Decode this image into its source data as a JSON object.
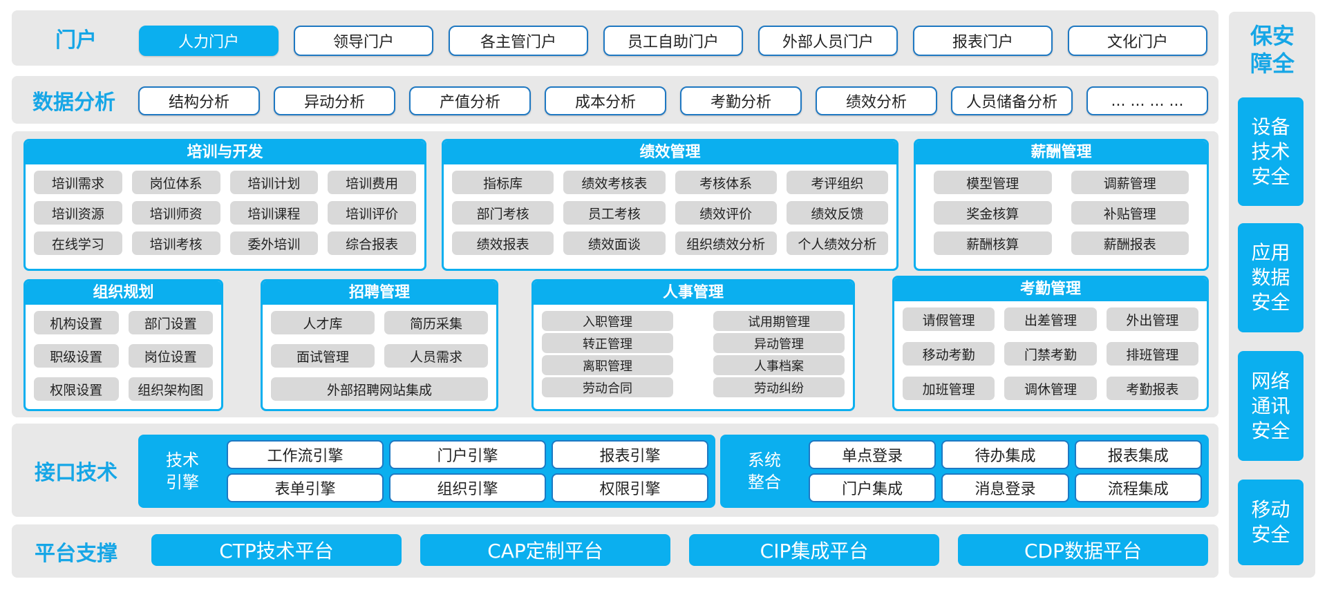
{
  "portal": {
    "label": "门户",
    "items": [
      "人力门户",
      "领导门户",
      "各主管门户",
      "员工自助门户",
      "外部人员门户",
      "报表门户",
      "文化门户"
    ],
    "active": 0
  },
  "analysis": {
    "label": "数据分析",
    "items": [
      "结构分析",
      "异动分析",
      "产值分析",
      "成本分析",
      "考勤分析",
      "绩效分析",
      "人员储备分析",
      "... ... ... ..."
    ]
  },
  "modules": [
    {
      "title": "培训与开发",
      "items": [
        "培训需求",
        "岗位体系",
        "培训计划",
        "培训费用",
        "培训资源",
        "培训师资",
        "培训课程",
        "培训评价",
        "在线学习",
        "培训考核",
        "委外培训",
        "综合报表"
      ]
    },
    {
      "title": "绩效管理",
      "items": [
        "指标库",
        "绩效考核表",
        "考核体系",
        "考评组织",
        "部门考核",
        "员工考核",
        "绩效评价",
        "绩效反馈",
        "绩效报表",
        "绩效面谈",
        "组织绩效分析",
        "个人绩效分析"
      ]
    },
    {
      "title": "薪酬管理",
      "items": [
        "模型管理",
        "调薪管理",
        "奖金核算",
        "补贴管理",
        "薪酬核算",
        "薪酬报表"
      ]
    },
    {
      "title": "组织规划",
      "items": [
        "机构设置",
        "部门设置",
        "职级设置",
        "岗位设置",
        "权限设置",
        "组织架构图"
      ]
    },
    {
      "title": "招聘管理",
      "items": [
        "人才库",
        "简历采集",
        "面试管理",
        "人员需求",
        "外部招聘网站集成"
      ]
    },
    {
      "title": "人事管理",
      "items": [
        "入职管理",
        "试用期管理",
        "转正管理",
        "异动管理",
        "离职管理",
        "人事档案",
        "劳动合同",
        "劳动纠纷"
      ]
    },
    {
      "title": "考勤管理",
      "items": [
        "请假管理",
        "出差管理",
        "外出管理",
        "移动考勤",
        "门禁考勤",
        "排班管理",
        "加班管理",
        "调休管理",
        "考勤报表"
      ]
    }
  ],
  "interface": {
    "label": "接口技术",
    "groups": [
      {
        "label": "技术引擎",
        "items": [
          "工作流引擎",
          "门户引擎",
          "报表引擎",
          "表单引擎",
          "组织引擎",
          "权限引擎"
        ]
      },
      {
        "label": "系统整合",
        "items": [
          "单点登录",
          "待办集成",
          "报表集成",
          "门户集成",
          "消息登录",
          "流程集成"
        ]
      }
    ]
  },
  "platform": {
    "label": "平台支撑",
    "items": [
      "CTP技术平台",
      "CAP定制平台",
      "CIP集成平台",
      "CDP数据平台"
    ]
  },
  "security": {
    "title": "保安障全",
    "items": [
      "设备技术安全",
      "应用数据安全",
      "网络通讯安全",
      "移动安全"
    ]
  }
}
